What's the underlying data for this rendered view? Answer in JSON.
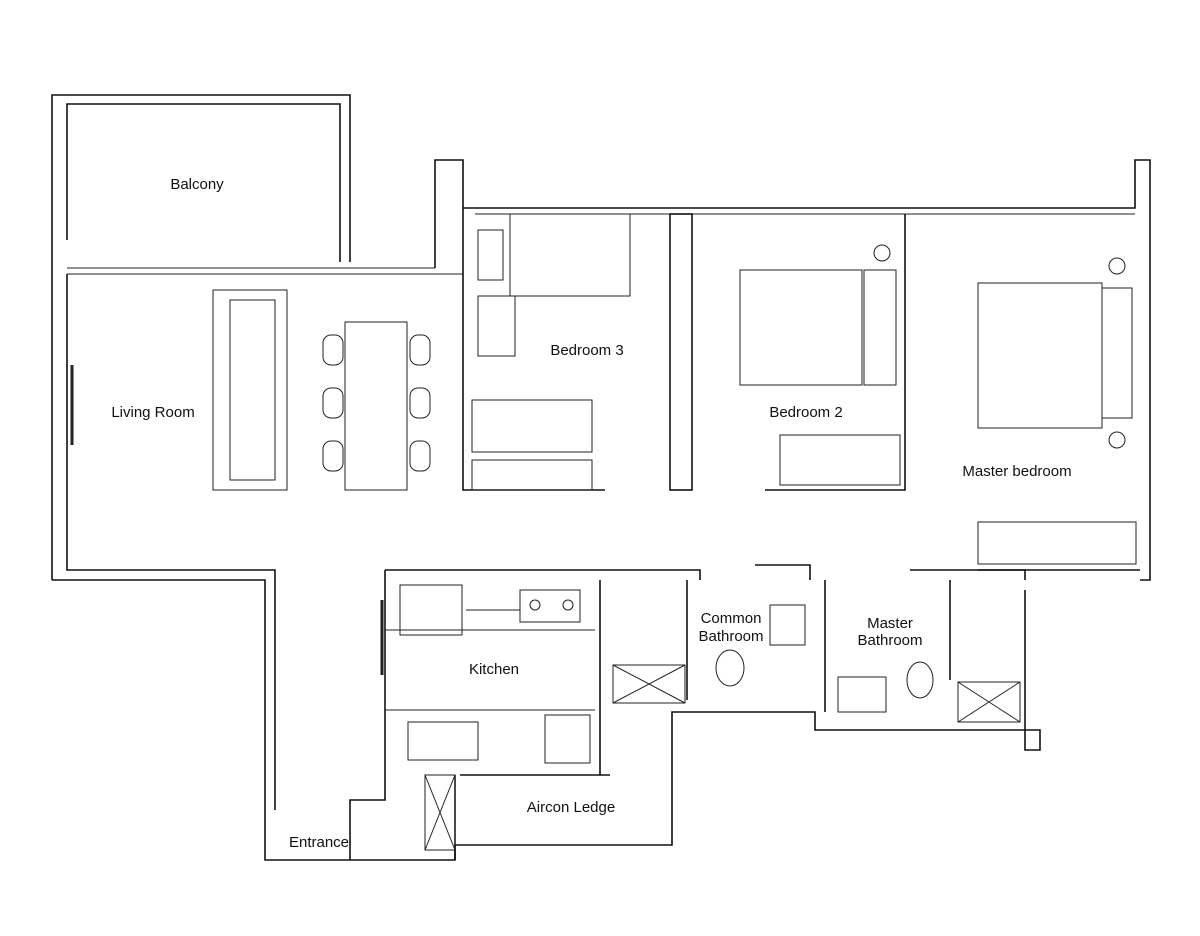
{
  "plan": {
    "rooms": {
      "balcony": "Balcony",
      "living_room": "Living Room",
      "bedroom3": "Bedroom 3",
      "bedroom2": "Bedroom 2",
      "master_bedroom": "Master bedroom",
      "kitchen": "Kitchen",
      "common_bathroom_1": "Common",
      "common_bathroom_2": "Bathroom",
      "master_bathroom_1": "Master",
      "master_bathroom_2": "Bathroom",
      "aircon_ledge": "Aircon Ledge",
      "entrance": "Entrance"
    },
    "colors": {
      "line": "#111111",
      "background": "#ffffff"
    }
  }
}
